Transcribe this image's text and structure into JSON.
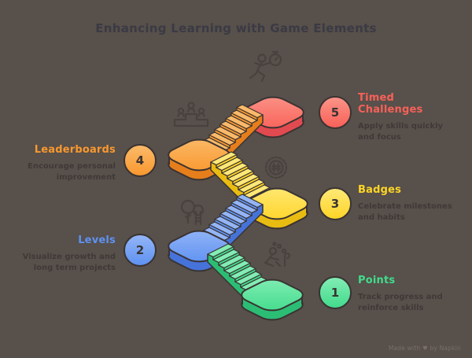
{
  "title": "Enhancing Learning with Game Elements",
  "watermark": "Made with ♥ by Napkin",
  "background_color": "#57504B",
  "title_color": "#3B3A44",
  "outline_color": "#3A3332",
  "icon_color": "#3A3433",
  "muted_text_color": "#3C3634",
  "watermark_color": "#7A6F68",
  "steps": [
    {
      "number": "1",
      "label": "Points",
      "description": "Track progress and reinforce skills",
      "accent": "#42DB8C",
      "light": "#82EDB4",
      "dark": "#2CBD75"
    },
    {
      "number": "2",
      "label": "Levels",
      "description": "Visualize growth and long term projects",
      "accent": "#5E92F1",
      "light": "#93B5F7",
      "dark": "#4673DA"
    },
    {
      "number": "3",
      "label": "Badges",
      "description": "Celebrate milestones and habits",
      "accent": "#FFD527",
      "light": "#FFE876",
      "dark": "#E9BC12"
    },
    {
      "number": "4",
      "label": "Leaderboards",
      "description": "Encourage personal improvement",
      "accent": "#F9982F",
      "light": "#FBBA69",
      "dark": "#E67E1B"
    },
    {
      "number": "5",
      "label": "Timed Challenges",
      "description": "Apply skills quickly and focus",
      "accent": "#F96158",
      "light": "#FB9488",
      "dark": "#E14A4F"
    }
  ]
}
